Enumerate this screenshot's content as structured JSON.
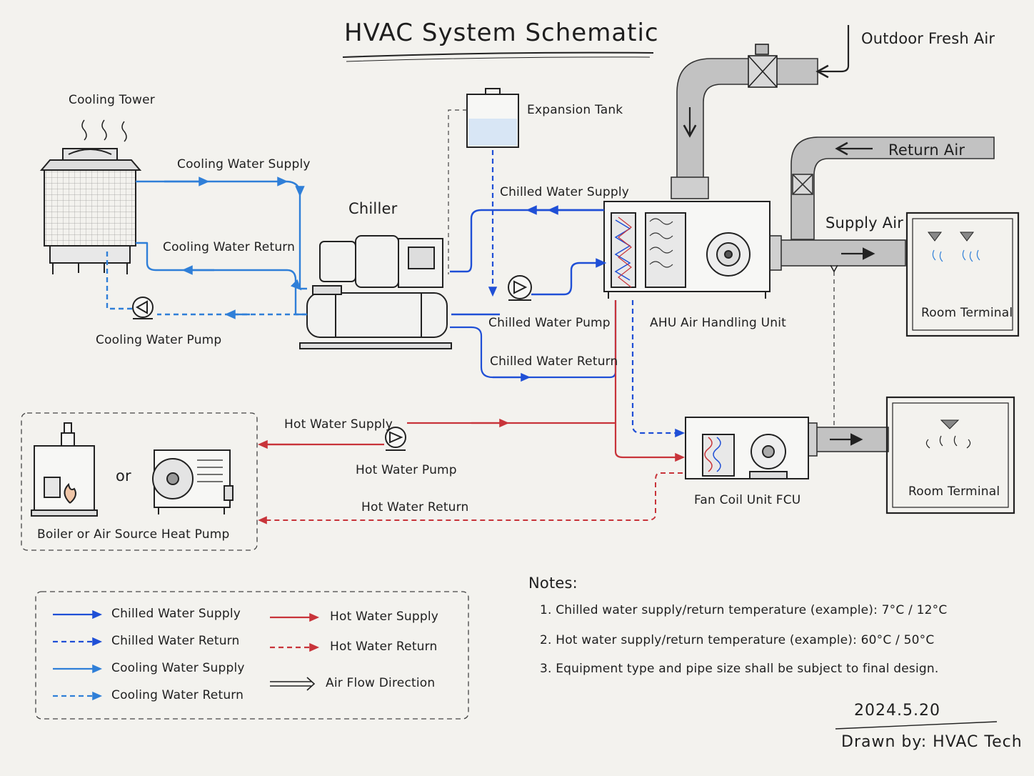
{
  "title": "HVAC System Schematic",
  "labels": {
    "cooling_tower": "Cooling Tower",
    "cooling_water_supply": "Cooling Water Supply",
    "cooling_water_return": "Cooling Water Return",
    "cooling_water_pump": "Cooling Water Pump",
    "chiller": "Chiller",
    "expansion_tank": "Expansion Tank",
    "chilled_water_supply": "Chilled Water Supply",
    "chilled_water_pump": "Chilled Water Pump",
    "chilled_water_return": "Chilled Water Return",
    "ahu": "AHU Air Handling Unit",
    "outdoor_fresh_air": "Outdoor Fresh Air",
    "return_air": "Return Air",
    "supply_air": "Supply Air",
    "room_terminal_1": "Room Terminal",
    "room_terminal_2": "Room Terminal",
    "fcu": "Fan Coil Unit FCU",
    "hot_water_supply": "Hot Water Supply",
    "hot_water_pump": "Hot Water Pump",
    "hot_water_return": "Hot Water Return",
    "or": "or",
    "boiler_hp": "Boiler or Air Source Heat Pump"
  },
  "legend": {
    "items": [
      {
        "label": "Chilled Water Supply",
        "color": "#1f4fd6",
        "style": "solid"
      },
      {
        "label": "Chilled Water Return",
        "color": "#1f4fd6",
        "style": "dashed"
      },
      {
        "label": "Cooling Water Supply",
        "color": "#2f7fd8",
        "style": "solid"
      },
      {
        "label": "Cooling Water Return",
        "color": "#2f7fd8",
        "style": "dashed"
      },
      {
        "label": "Hot Water Supply",
        "color": "#c8343a",
        "style": "solid"
      },
      {
        "label": "Hot Water Return",
        "color": "#c8343a",
        "style": "dashed"
      },
      {
        "label": "Air Flow Direction",
        "color": "#333333",
        "style": "double"
      }
    ]
  },
  "notes": {
    "heading": "Notes:",
    "items": [
      "1. Chilled water supply/return temperature (example): 7°C / 12°C",
      "2. Hot water supply/return temperature (example): 60°C / 50°C",
      "3. Equipment type and pipe size shall be subject to final design."
    ]
  },
  "date": "2024.5.20",
  "drawn_by": "Drawn by: HVAC Tech",
  "colors": {
    "chilled": "#1f4fd6",
    "cooling": "#2f7fd8",
    "hot": "#c8343a",
    "ink": "#2a2a2a",
    "duct": "#bdbdbd",
    "paper": "#f3f2ee"
  }
}
